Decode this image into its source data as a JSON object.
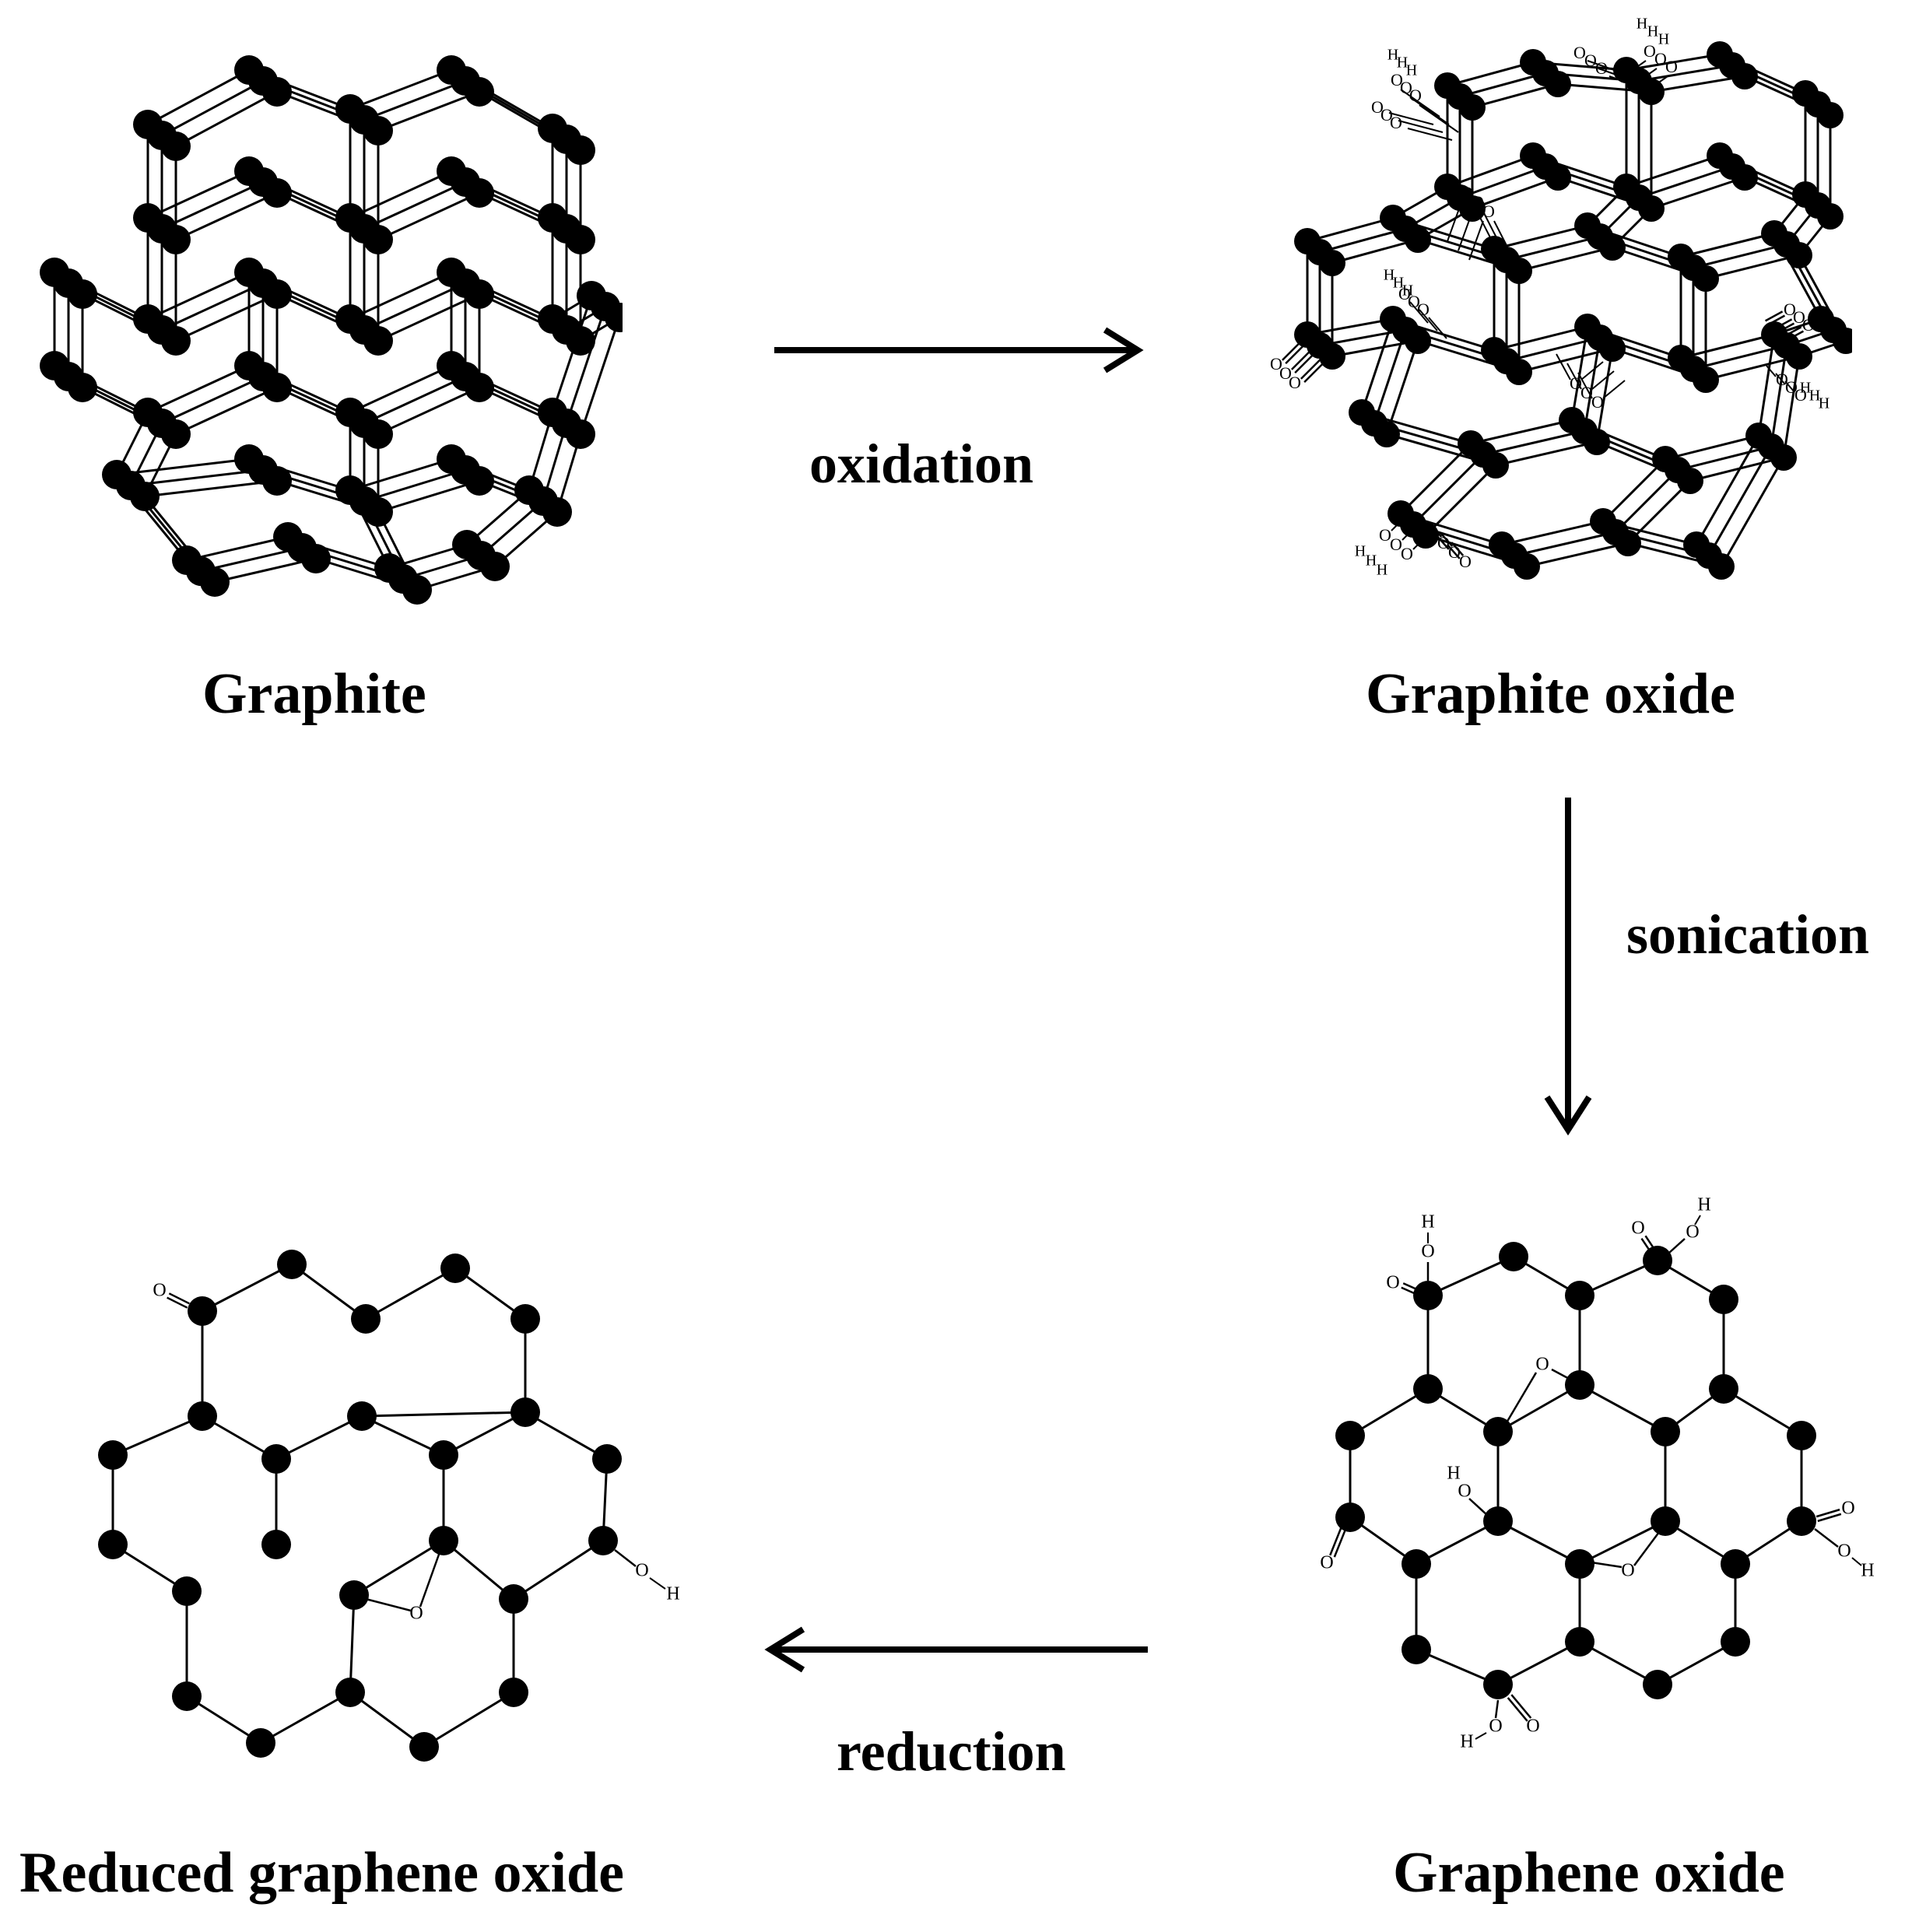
{
  "labels": {
    "graphite": "Graphite",
    "graphite_oxide": "Graphite oxide",
    "graphene_oxide": "Graphene oxide",
    "reduced_graphene_oxide": "Reduced graphene oxide"
  },
  "steps": {
    "oxidation": "oxidation",
    "sonication": "sonication",
    "reduction": "reduction"
  },
  "atoms": {
    "oxygen": "O",
    "hydrogen": "H"
  },
  "colors": {
    "ink": "#000000",
    "background": "#ffffff"
  }
}
